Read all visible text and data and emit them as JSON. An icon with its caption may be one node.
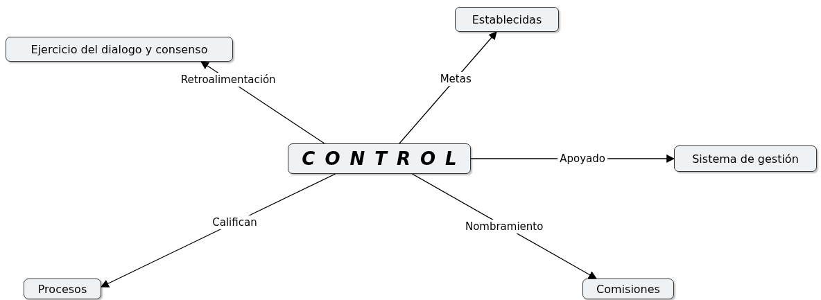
{
  "diagram": {
    "nodes": [
      {
        "text": [
          "CONTROL"
        ]
      },
      {
        "text": [
          "Ejercicio del dialogo y consenso"
        ]
      },
      {
        "text": [
          "Establecidas"
        ]
      },
      {
        "text": [
          "Sistema de gestión"
        ]
      },
      {
        "text": [
          "Procesos"
        ]
      },
      {
        "text": [
          "Comisiones"
        ]
      }
    ],
    "edges": [
      {
        "from": 0,
        "to": 1,
        "arrow": "to",
        "label": "Retroalimentación"
      },
      {
        "from": 0,
        "to": 2,
        "arrow": "to",
        "label": "Metas"
      },
      {
        "from": 0,
        "to": 3,
        "arrow": "to",
        "label": "Apoyado"
      },
      {
        "from": 0,
        "to": 4,
        "arrow": "to",
        "label": "Califican"
      },
      {
        "from": 0,
        "to": 5,
        "arrow": "to",
        "label": "Nombramiento"
      }
    ]
  }
}
